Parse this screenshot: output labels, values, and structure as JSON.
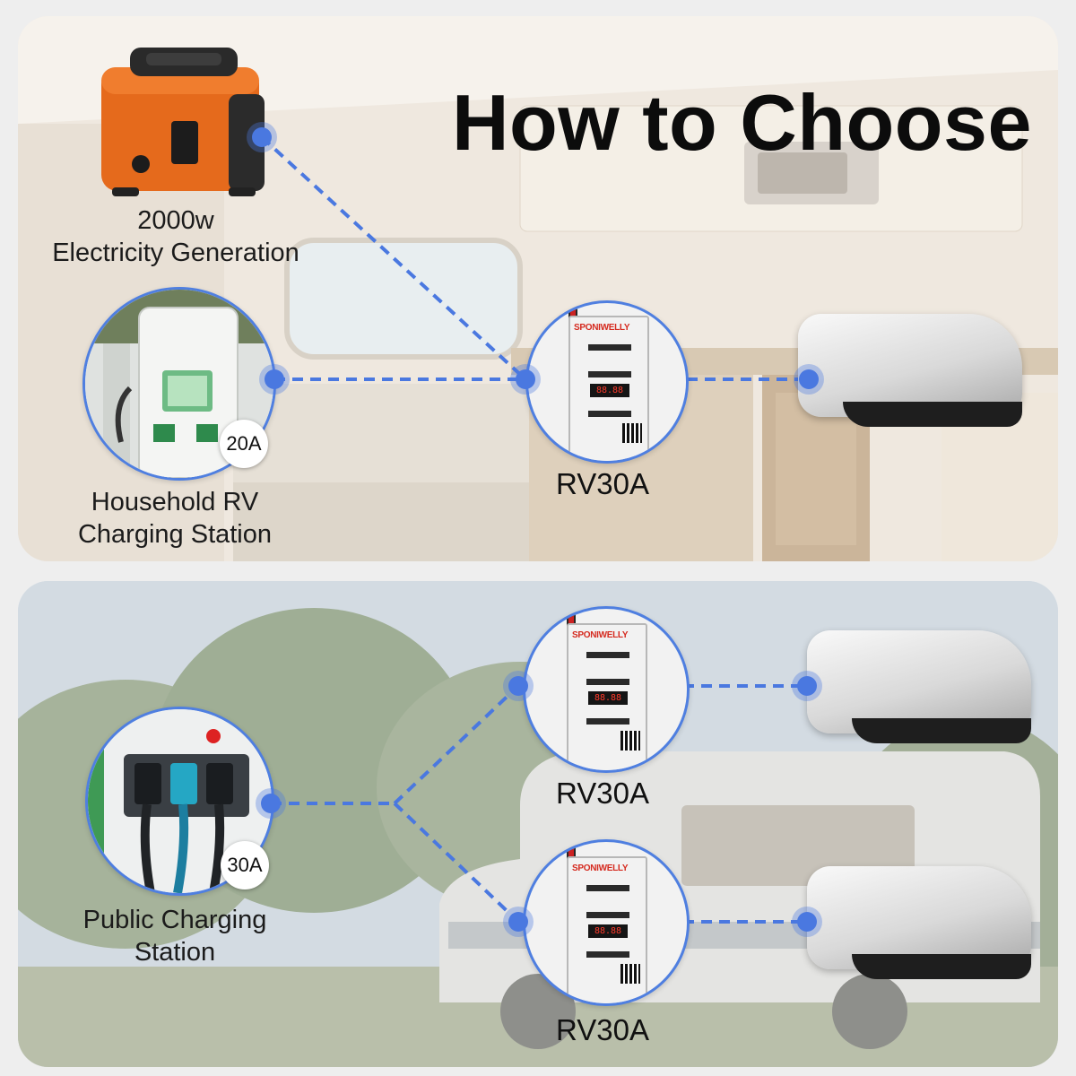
{
  "title": "How to Choose",
  "top": {
    "generator_label_line1": "2000w",
    "generator_label_line2": "Electricity Generation",
    "household_label_line1": "Household RV",
    "household_label_line2": "Charging Station",
    "household_badge": "20A",
    "starter_label": "RV30A"
  },
  "bottom": {
    "public_label_line1": "Public Charging",
    "public_label_line2": "Station",
    "public_badge": "30A",
    "starter_label_1": "RV30A",
    "starter_label_2": "RV30A"
  },
  "device": {
    "brand": "SPONIWELLY",
    "display": "88.88"
  },
  "colors": {
    "connector_blue": "#4a78e0",
    "generator_orange": "#e56a1c",
    "brand_red": "#d52a1f"
  }
}
